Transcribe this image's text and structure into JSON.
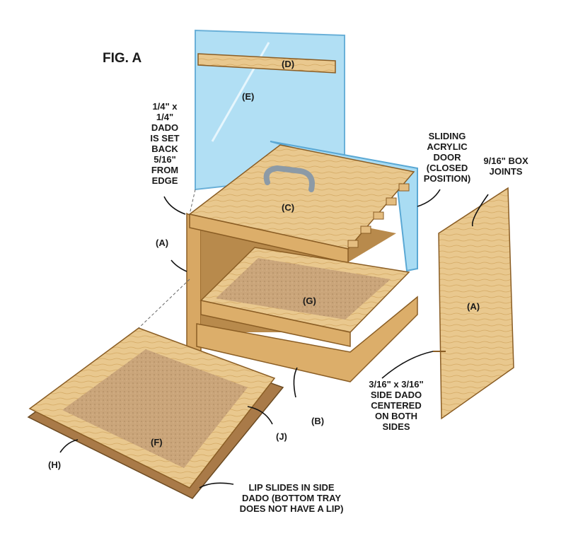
{
  "figure": {
    "title": "FIG. A",
    "labels": {
      "D": "(D)",
      "E": "(E)",
      "C": "(C)",
      "A_left": "(A)",
      "G": "(G)",
      "A_right": "(A)",
      "B": "(B)",
      "F": "(F)",
      "J": "(J)",
      "H": "(H)"
    },
    "callouts": {
      "dado": [
        "1/4\" x",
        "1/4\"",
        "DADO",
        "IS SET",
        "BACK",
        "5/16\"",
        "FROM",
        "EDGE"
      ],
      "door": [
        "SLIDING",
        "ACRYLIC",
        "DOOR",
        "(CLOSED",
        "POSITION)"
      ],
      "joints": [
        "9/16\" BOX",
        "JOINTS"
      ],
      "side_dado": [
        "3/16\" x 3/16\"",
        "SIDE DADO",
        "CENTERED",
        "ON BOTH",
        "SIDES"
      ],
      "lip": [
        "LIP SLIDES IN SIDE",
        "DADO (BOTTOM TRAY",
        "DOES NOT HAVE A LIP)"
      ]
    },
    "colors": {
      "wood": "#e7c48a",
      "wood_dark": "#c99a55",
      "acrylic": "#a9dcf3",
      "sand": "#c9a57a"
    }
  }
}
